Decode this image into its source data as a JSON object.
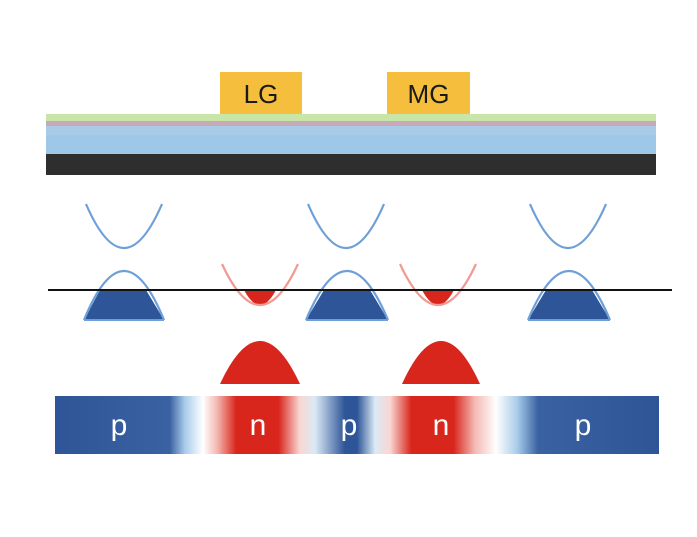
{
  "gates": [
    {
      "id": "lg",
      "label": "LG",
      "color": "#F5BE3C"
    },
    {
      "id": "mg",
      "label": "MG",
      "color": "#F5BE3C"
    }
  ],
  "stack_layers": [
    {
      "name": "top-layer",
      "color": "#C8E6A8"
    },
    {
      "name": "pink-layer",
      "color": "#C9A9B8"
    },
    {
      "name": "light-blue-layer",
      "color": "#A8CCE8"
    },
    {
      "name": "blue-layer",
      "color": "#9EC8E8"
    },
    {
      "name": "substrate-layer",
      "color": "#2E2E2E"
    }
  ],
  "regions": [
    "p",
    "n",
    "p",
    "n",
    "p"
  ],
  "colors": {
    "p_fill": "#2E5597",
    "p_band_line": "#6E9FD8",
    "n_fill": "#D9261C",
    "n_band_line": "#F09A92",
    "fermi_line": "#111111"
  }
}
